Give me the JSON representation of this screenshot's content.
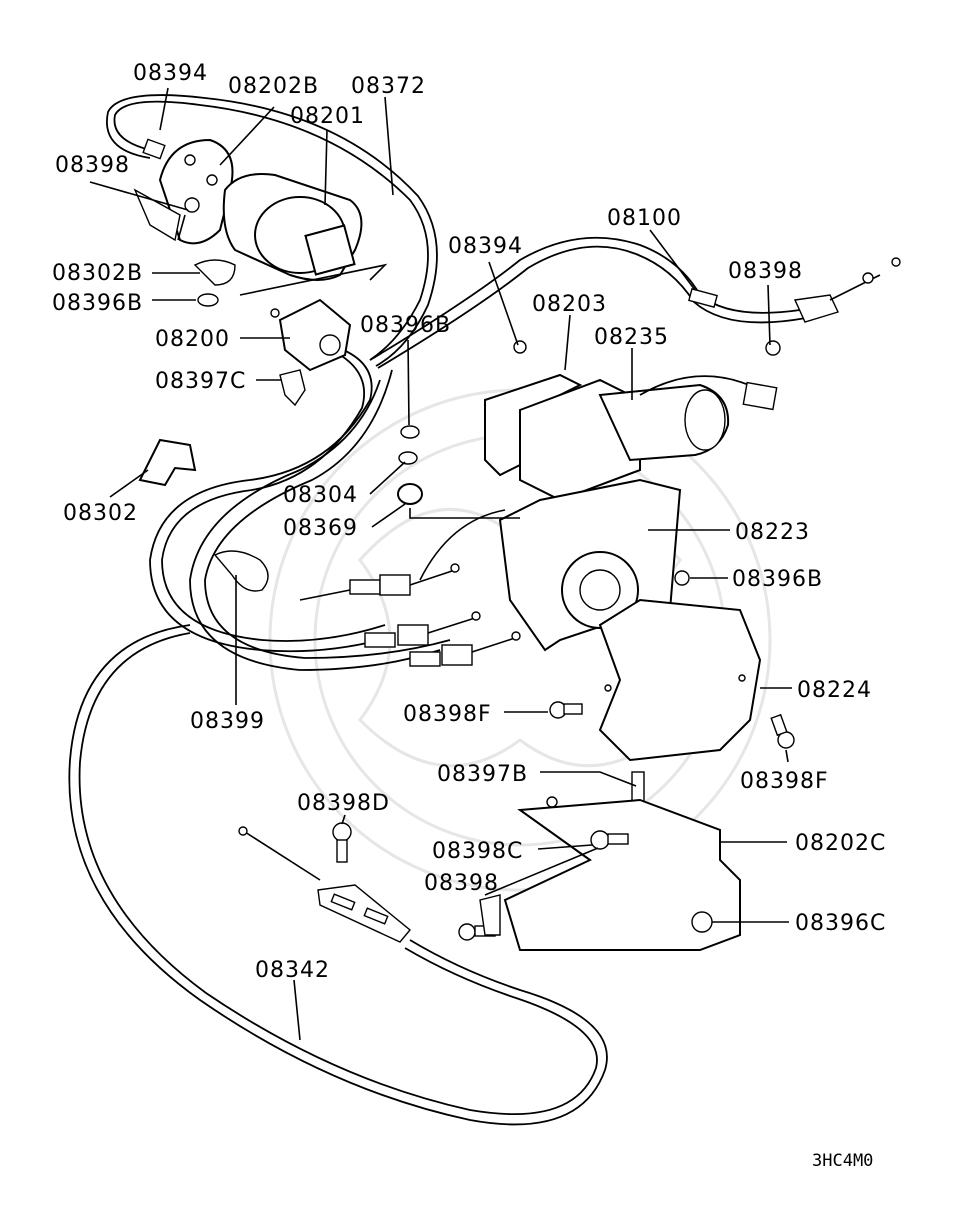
{
  "labels": {
    "l08394a": "08394",
    "l08202b": "08202B",
    "l08372": "08372",
    "l08201": "08201",
    "l08398a": "08398",
    "l08302b": "08302B",
    "l08396b1": "08396B",
    "l08200": "08200",
    "l08397c": "08397C",
    "l08302": "08302",
    "l08394b": "08394",
    "l08100": "08100",
    "l08398b": "08398",
    "l08203": "08203",
    "l08235": "08235",
    "l08396b2": "08396B",
    "l08304": "08304",
    "l08369": "08369",
    "l08223": "08223",
    "l08396b3": "08396B",
    "l08224": "08224",
    "l08399": "08399",
    "l08398f1": "08398F",
    "l08398f2": "08398F",
    "l08397b": "08397B",
    "l08398d": "08398D",
    "l08202c": "08202C",
    "l08398c": "08398C",
    "l08398c2": "08398",
    "l08396c": "08396C",
    "l08342": "08342"
  },
  "diagram_code": "3HC4M0"
}
